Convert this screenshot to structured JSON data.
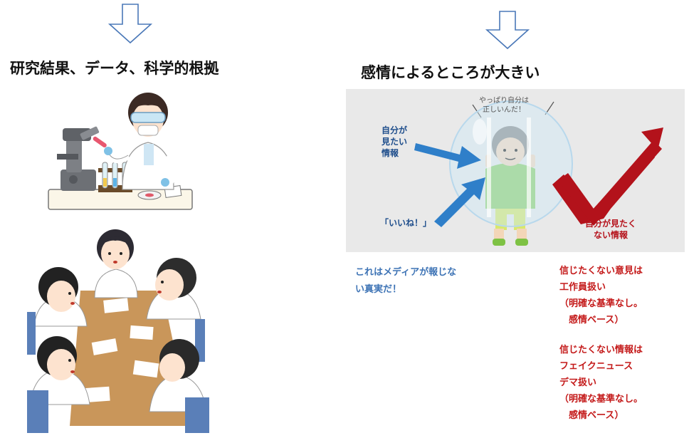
{
  "left": {
    "heading": "研究結果、データ、科学的根拠",
    "icons": [
      "down-arrow-icon",
      "scientist-illustration",
      "meeting-illustration"
    ]
  },
  "right": {
    "heading": "感情によるところが大きい",
    "panel": {
      "thought": "やっぱり自分は\n正しいんだ！",
      "want_info": "自分が\n見たい\n情報",
      "likes": "「いいね！」",
      "unwanted_info": "自分が見たく\nない情報"
    },
    "media_note": "これはメディアが報じな\nい真実だ！",
    "opinion_note": "信じたくない意見は\n工作員扱い\n（明確な基準なし。\n　感情ベース）",
    "info_note": "信じたくない情報は\nフェイクニュース\nデマ扱い\n（明確な基準なし。\n　感情ベース）"
  },
  "colors": {
    "blue_arrow": "#2f7fc9",
    "red_arrow": "#b3121b",
    "panel_bg": "#e9e9e9",
    "blue_text": "#3d73b5",
    "red_text": "#c41a1a"
  }
}
